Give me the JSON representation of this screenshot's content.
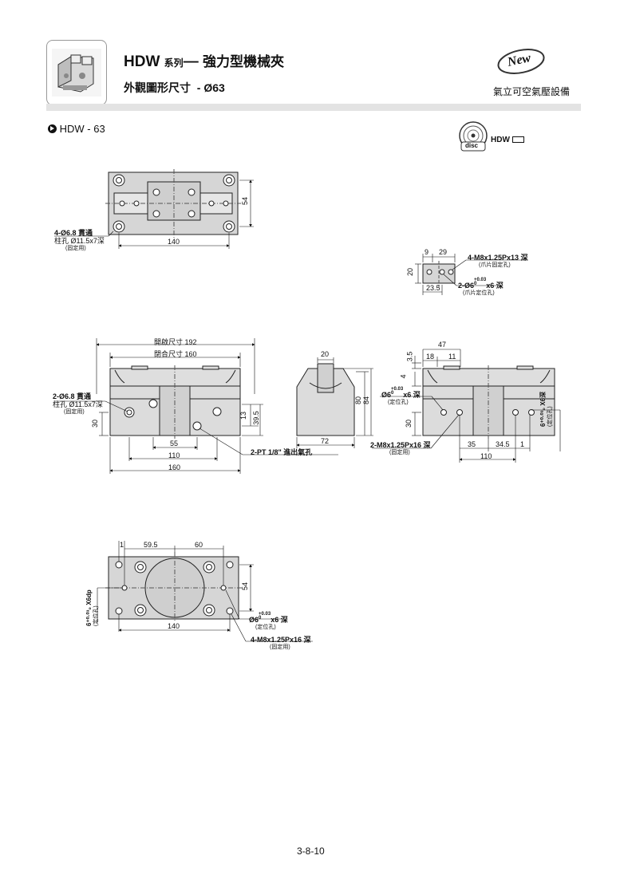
{
  "header": {
    "code": "HDW",
    "series_word": "系列",
    "dash": "—",
    "title": "強力型機械夾",
    "subtitle": "外觀圖形尺寸  - Ø63",
    "new_badge": "New",
    "brand_note": "氣立可空氣壓設備"
  },
  "section": {
    "label": "HDW - 63",
    "disc_label": "disc",
    "disc_model": "HDW"
  },
  "drawings": {
    "top": {
      "dim_width": "140",
      "dim_height": "54",
      "note_line1": "4-Ø6.8 貫通",
      "note_line2": "柱孔 Ø11.5x7深",
      "note_line3": "(固定用)"
    },
    "jaw": {
      "dim_9": "9",
      "dim_29": "29",
      "dim_20": "20",
      "dim_23_5": "23.5",
      "note1": "4-M8x1.25Px13 深",
      "note1_sub": "(爪片固定孔)",
      "note2_pre": "2-Ø6",
      "note2_tol_upper": "+0.03",
      "note2_tol_lower": "0",
      "note2_post": "x6 深",
      "note2_sub": "(爪片定位孔)"
    },
    "front": {
      "open_size": "開啟尺寸 192",
      "closed_size": "閉合尺寸 160",
      "note_line1": "2-Ø6.8 貫通",
      "note_line2": "柱孔 Ø11.5x7深",
      "note_line3": "(固定用)",
      "dim_30": "30",
      "dim_13": "13",
      "dim_39_5": "39.5",
      "dim_55": "55",
      "dim_110": "110",
      "dim_160": "160",
      "port_note": "2-PT 1/8\" 進出氣孔"
    },
    "side": {
      "dim_20": "20",
      "dim_80": "80",
      "dim_84": "84",
      "dim_72": "72"
    },
    "back": {
      "dim_47": "47",
      "dim_18": "18",
      "dim_11": "11",
      "dim_3_5": "3.5",
      "dim_4": "4",
      "pin_note_pre": "Ø6",
      "pin_tol_upper": "+0.03",
      "pin_tol_lower": "0",
      "pin_note_post": "x6 深",
      "pin_note_sub": "(定位孔)",
      "dim_30": "30",
      "dim_35": "35",
      "dim_34_5": "34.5",
      "dim_1": "1",
      "dim_110": "110",
      "thread_note": "2-M8x1.25Px16 深",
      "thread_note_sub": "(固定用)",
      "side_note": "6⁺⁰·⁰³₀ X6深",
      "side_note_sub": "(定位孔)"
    },
    "bottom": {
      "dim_1": "1",
      "dim_59_5": "59.5",
      "dim_60": "60",
      "dim_54": "54",
      "dim_140": "140",
      "side_note": "6⁺⁰·⁰³₀ X6dp",
      "side_note_sub": "(定位孔)",
      "pin_note_pre": "Ø6",
      "pin_tol_upper": "+0.03",
      "pin_tol_lower": "0",
      "pin_note_post": "x6 深",
      "pin_note_sub": "(定位孔)",
      "thread_note": "4-M8x1.25Px16 深",
      "thread_note_sub": "(固定用)"
    }
  },
  "footer": {
    "page_number": "3-8-10"
  }
}
